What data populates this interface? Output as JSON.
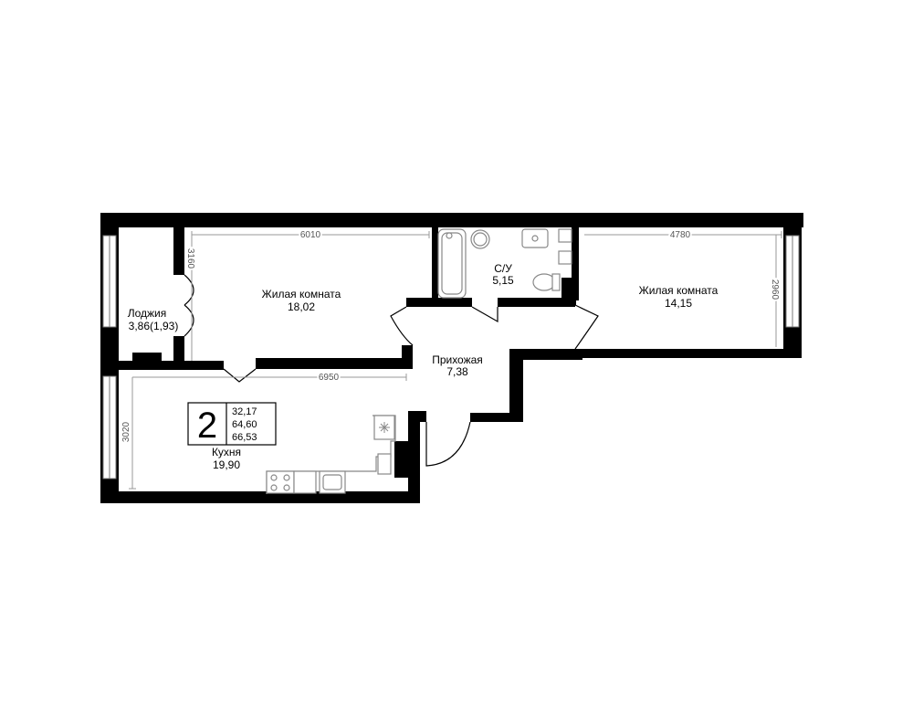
{
  "plan": {
    "rooms": {
      "living1": {
        "name": "Жилая комната",
        "area": "18,02"
      },
      "living2": {
        "name": "Жилая комната",
        "area": "14,15"
      },
      "loggia": {
        "name": "Лоджия",
        "area": "3,86(1,93)"
      },
      "bathroom": {
        "name": "С/У",
        "area": "5,15"
      },
      "hallway": {
        "name": "Прихожая",
        "area": "7,38"
      },
      "kitchen": {
        "name": "Кухня",
        "area": "19,90"
      }
    },
    "dimensions": {
      "living1_width": "6010",
      "living1_depth": "3160",
      "living2_width": "4780",
      "living2_depth": "2960",
      "kitchen_width": "6950",
      "kitchen_depth": "3020"
    },
    "badge": {
      "rooms": "2",
      "living_area": "32,17",
      "total_area": "64,60",
      "total_with_loggia": "66,53"
    }
  },
  "colors": {
    "walls": "#000000",
    "dimension_lines": "#999999",
    "fixtures": "#888888"
  }
}
